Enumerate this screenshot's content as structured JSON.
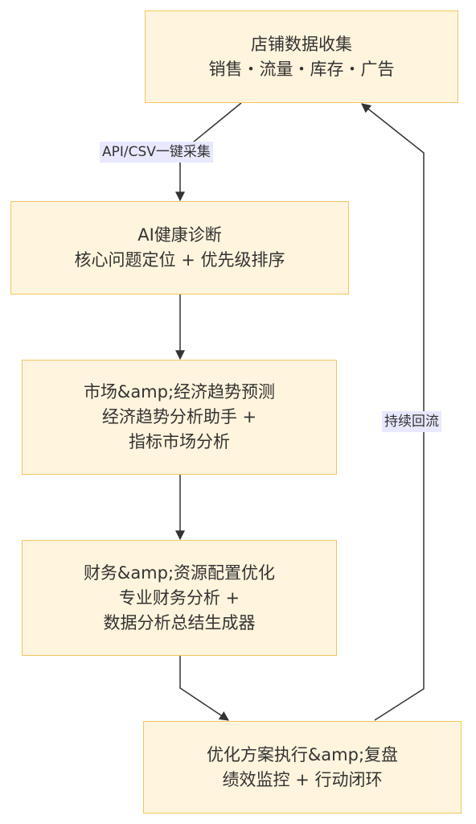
{
  "nodes": {
    "collect": {
      "title": "店铺数据收集",
      "line2": "销售・流量・库存・广告"
    },
    "diagnose": {
      "title": "AI健康诊断",
      "line2": "核心问题定位 + 优先级排序"
    },
    "market": {
      "title": "市场&amp;经济趋势预测",
      "line2": "经济趋势分析助手 +",
      "line3": "指标市场分析"
    },
    "finance": {
      "title": "财务&amp;资源配置优化",
      "line2": "专业财务分析 +",
      "line3": "数据分析总结生成器"
    },
    "execute": {
      "title": "优化方案执行&amp;复盘",
      "line2": "绩效监控 + 行动闭环"
    }
  },
  "edges": {
    "collect_to_diagnose": {
      "label": "API/CSV一键采集"
    },
    "execute_to_collect": {
      "label": "持续回流"
    }
  },
  "colors": {
    "node_fill": "#fff4dd",
    "node_border": "#f2c65d",
    "edge": "#333333",
    "label_bg": "#e8e8ff"
  }
}
